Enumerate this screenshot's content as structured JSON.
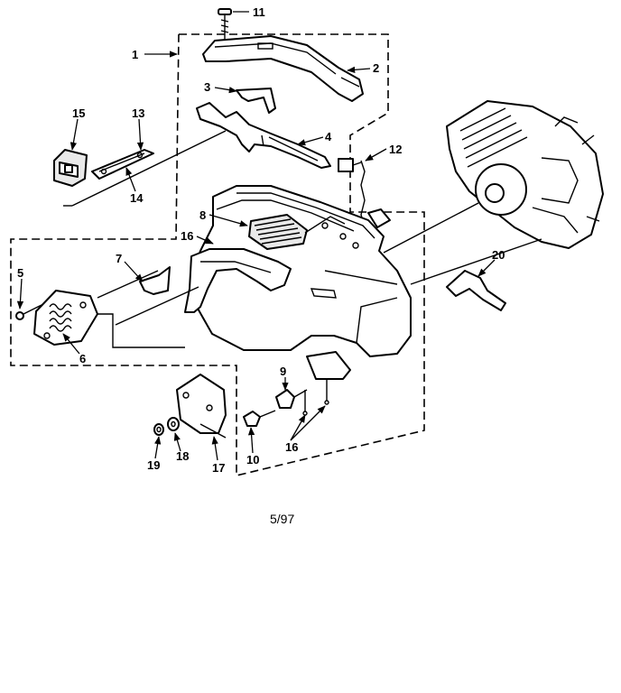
{
  "callouts": {
    "c1": "1",
    "c2": "2",
    "c3": "3",
    "c4": "4",
    "c5": "5",
    "c6": "6",
    "c7": "7",
    "c8": "8",
    "c9": "9",
    "c10": "10",
    "c11": "11",
    "c12": "12",
    "c13": "13",
    "c14": "14",
    "c15": "15",
    "c16a": "16",
    "c16b": "16",
    "c17": "17",
    "c18": "18",
    "c19": "19",
    "c20": "20"
  },
  "footer": {
    "date_code": "5/97"
  }
}
